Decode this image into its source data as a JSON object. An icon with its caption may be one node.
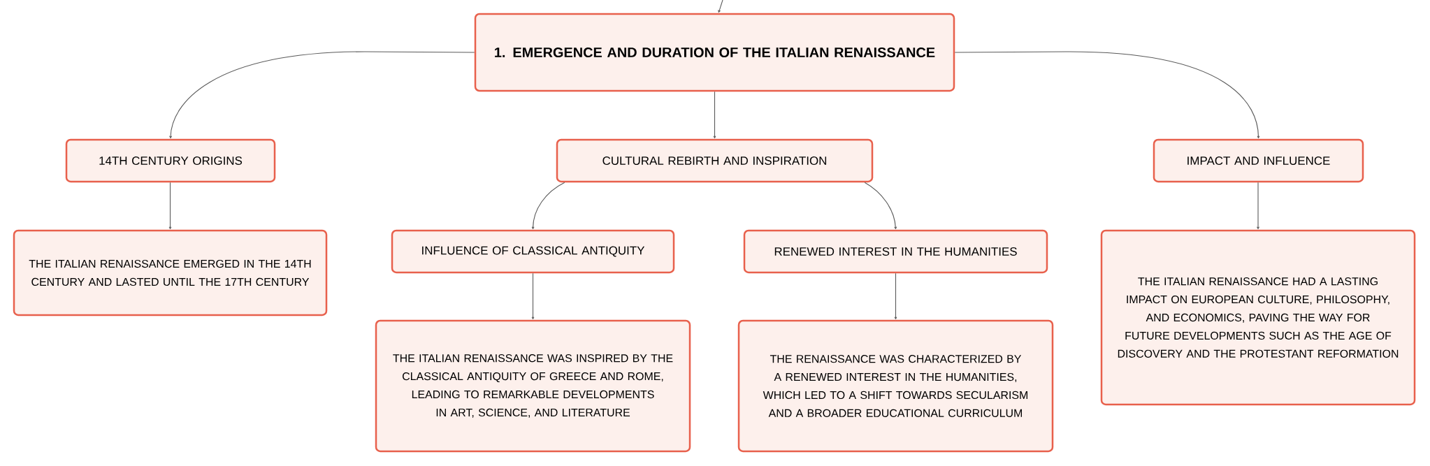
{
  "diagram": {
    "nodes": [
      {
        "text": [
          "1. EMERGENCE AND DURATION OF THE ITALIAN RENAISSANCE"
        ]
      },
      {
        "text": [
          "14TH CENTURY ORIGINS"
        ]
      },
      {
        "text": [
          "CULTURAL REBIRTH AND INSPIRATION"
        ]
      },
      {
        "text": [
          "IMPACT AND INFLUENCE"
        ]
      },
      {
        "text": [
          "THE ITALIAN RENAISSANCE EMERGED IN THE 14TH CENTURY AND LASTED UNTIL THE 17TH CENTURY"
        ]
      },
      {
        "text": [
          "INFLUENCE OF CLASSICAL ANTIQUITY"
        ]
      },
      {
        "text": [
          "RENEWED INTEREST IN THE HUMANITIES"
        ]
      },
      {
        "text": [
          "THE ITALIAN RENAISSANCE WAS INSPIRED BY THE CLASSICAL ANTIQUITY OF GREECE AND ROME, LEADING TO REMARKABLE DEVELOPMENTS IN ART, SCIENCE, AND LITERATURE"
        ]
      },
      {
        "text": [
          "THE RENAISSANCE WAS CHARACTERIZED BY A RENEWED INTEREST IN THE HUMANITIES, WHICH LED TO A SHIFT TOWARDS SECULARISM AND A BROADER EDUCATIONAL CURRICULUM"
        ]
      },
      {
        "text": [
          "THE ITALIAN RENAISSANCE HAD A LASTING IMPACT ON EUROPEAN CULTURE, PHILOSOPHY, AND ECONOMICS, PAVING THE WAY FOR FUTURE DEVELOPMENTS SUCH AS THE AGE OF DISCOVERY AND THE PROTESTANT REFORMATION"
        ]
      }
    ],
    "edges": [
      {
        "from": 0,
        "to": 1,
        "arrow": "to"
      },
      {
        "from": 0,
        "to": 2,
        "arrow": "to"
      },
      {
        "from": 0,
        "to": 3,
        "arrow": "to"
      },
      {
        "from": 2,
        "to": 5,
        "arrow": "to"
      },
      {
        "from": 2,
        "to": 6,
        "arrow": "to"
      },
      {
        "from": 1,
        "to": 4,
        "arrow": "to"
      },
      {
        "from": 5,
        "to": 7,
        "arrow": "to"
      },
      {
        "from": 6,
        "to": 8,
        "arrow": "to"
      },
      {
        "from": 3,
        "to": 9,
        "arrow": "to"
      },
      {
        "from": null,
        "to": 0,
        "arrow": "to"
      }
    ]
  }
}
